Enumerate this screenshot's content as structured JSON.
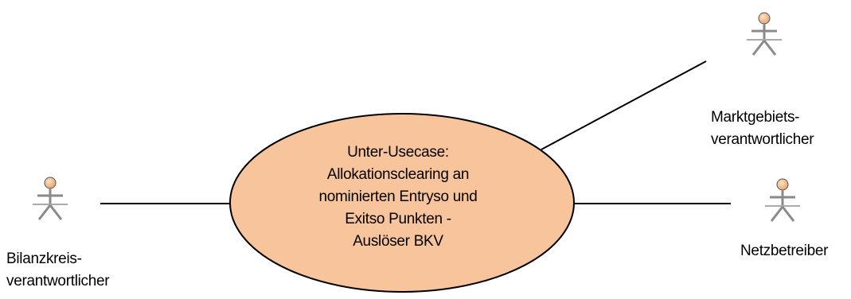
{
  "usecase": {
    "lines": [
      "Unter-Usecase:",
      "Allokationsclearing an",
      "nominierten Entryso und",
      "Exitso Punkten -",
      "Auslöser BKV"
    ],
    "fill": "#f8c49b",
    "stroke": "#000000"
  },
  "actors": {
    "bkv": {
      "line1": "Bilanzkreis-",
      "line2": "verantwortlicher"
    },
    "mgv": {
      "line1": "Marktgebiets-",
      "line2": "verantwortlicher"
    },
    "nb": {
      "line1": "Netzbetreiber"
    }
  },
  "colors": {
    "actor_head": "#f8c49b",
    "actor_body": "#8a8a8a"
  }
}
